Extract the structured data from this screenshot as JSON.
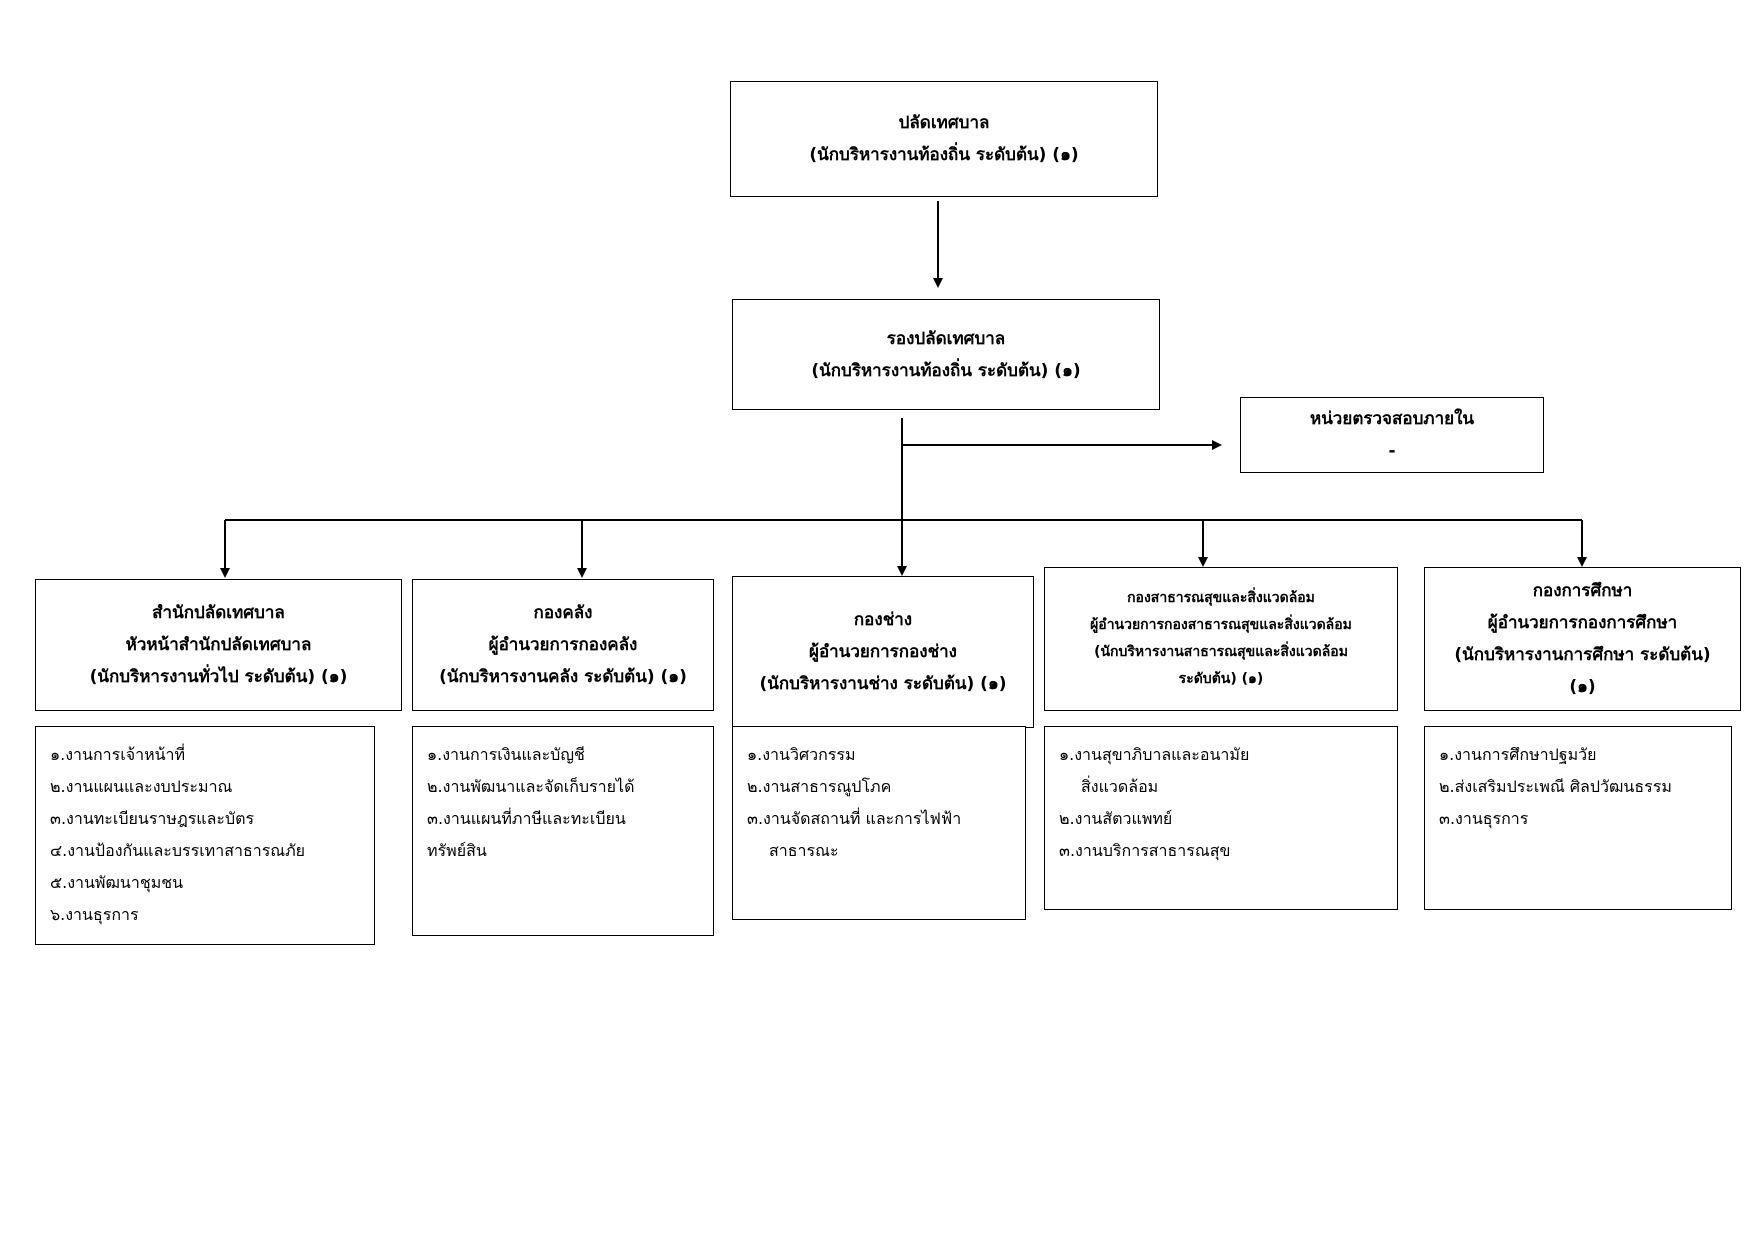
{
  "top": {
    "lines": [
      "ปลัดเทศบาล",
      "(นักบริหารงานท้องถิ่น ระดับต้น)  (๑)"
    ]
  },
  "deputy": {
    "lines": [
      "รองปลัดเทศบาล",
      "(นักบริหารงานท้องถิ่น ระดับต้น)  (๑)"
    ]
  },
  "audit": {
    "lines": [
      "หน่วยตรวจสอบภายใน",
      "-"
    ]
  },
  "divisions": [
    {
      "header": [
        "สำนักปลัดเทศบาล",
        "หัวหน้าสำนักปลัดเทศบาล",
        "(นักบริหารงานทั่วไป ระดับต้น)  (๑)"
      ],
      "tasks": [
        {
          "text": "๑.งานการเจ้าหน้าที่"
        },
        {
          "text": "๒.งานแผนและงบประมาณ"
        },
        {
          "text": "๓.งานทะเบียนราษฎรและบัตร"
        },
        {
          "text": "๔.งานป้องกันและบรรเทาสาธารณภัย"
        },
        {
          "text": "๕.งานพัฒนาชุมชน"
        },
        {
          "text": "๖.งานธุรการ"
        }
      ]
    },
    {
      "header": [
        "กองคลัง",
        "ผู้อำนวยการกองคลัง",
        "(นักบริหารงานคลัง ระดับต้น) (๑)"
      ],
      "tasks": [
        {
          "text": "๑.งานการเงินและบัญชี"
        },
        {
          "text": "๒.งานพัฒนาและจัดเก็บรายได้"
        },
        {
          "text": "๓.งานแผนที่ภาษีและทะเบียน"
        },
        {
          "text": "ทรัพย์สิน"
        }
      ]
    },
    {
      "header": [
        "กองช่าง",
        "ผู้อำนวยการกองช่าง",
        "(นักบริหารงานช่าง ระดับต้น) (๑)"
      ],
      "tasks": [
        {
          "text": "๑.งานวิศวกรรม"
        },
        {
          "text": "๒.งานสาธารณูปโภค"
        },
        {
          "text": "๓.งานจัดสถานที่ และการไฟฟ้า"
        },
        {
          "text": "สาธารณะ",
          "indent": true
        }
      ]
    },
    {
      "header": [
        "กองสาธารณสุขและสิ่งแวดล้อม",
        "ผู้อำนวยการกองสาธารณสุขและสิ่งแวดล้อม",
        "(นักบริหารงานสาธารณสุขและสิ่งแวดล้อม",
        "ระดับต้น)  (๑)"
      ],
      "tasks": [
        {
          "text": "๑.งานสุขาภิบาลและอนามัย"
        },
        {
          "text": "สิ่งแวดล้อม",
          "indent": true
        },
        {
          "text": "๒.งานสัตวแพทย์"
        },
        {
          "text": "๓.งานบริการสาธารณสุข"
        }
      ]
    },
    {
      "header": [
        "กองการศึกษา",
        "ผู้อำนวยการกองการศึกษา",
        "(นักบริหารงานการศึกษา ระดับต้น)",
        "(๑)"
      ],
      "tasks": [
        {
          "text": "๑.งานการศึกษาปฐมวัย"
        },
        {
          "text": "๒.ส่งเสริมประเพณี   ศิลปวัฒนธรรม"
        },
        {
          "text": "๓.งานธุรการ"
        }
      ]
    }
  ]
}
